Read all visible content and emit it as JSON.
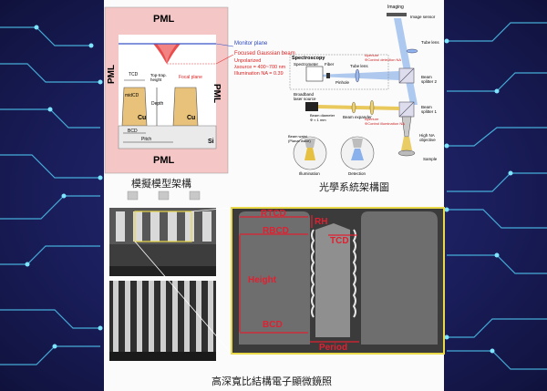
{
  "colors": {
    "bg_dark": "#1a1e5c",
    "card": "#fbfbfb",
    "sem_frame": "#e8d84a",
    "red_label": "#e02030",
    "pml_pink": "#f4c6c6",
    "cu_gold": "#e8c27a"
  },
  "sim": {
    "pml_top": "PML",
    "pml_left": "PML",
    "pml_right": "PML",
    "pml_bottom": "PML",
    "monitor_plane": "Monitor plane",
    "beam_line1": "Focused Gaussian beam",
    "beam_line2": "Unpolarized",
    "beam_line3": "λsource = 400~700 nm",
    "beam_line4": "Illumination NA = 0.39",
    "tcd": "TCD",
    "top_trap_height": "Top-trap. height",
    "focal_plane": "Focal plane",
    "midcd": "midCD",
    "depth": "Depth",
    "cu_left": "Cu",
    "cu_right": "Cu",
    "bcd": "BCD",
    "pitch": "Pitch",
    "si": "Si",
    "caption": "模擬模型架構"
  },
  "optics": {
    "imaging": "Imaging",
    "image_sensor": "Image sensor",
    "tube_lens_top": "Tube lens",
    "spectroscopy": "Spectroscopy",
    "spectrometer": "Spectrometer",
    "fiber": "Fiber",
    "tube_lens": "Tube lens",
    "pinhole": "Pinhole",
    "aperture_detect": "Aperture\nΦControl detection NA",
    "beam_splitter_2": "Beam splitter 2",
    "broadband": "Broadband laser source",
    "beam_diameter": "Beam diameter\nΦ ≈ 1 mm",
    "beam_expander": "Beam expander",
    "aperture_illum": "Aperture\nΦControl illumination NA",
    "beam_splitter_1": "Beam splitter 1",
    "high_na": "High NA objective",
    "beam_waist": "Beam waist (Planar wave)",
    "illumination": "Illumination",
    "detection": "Detection",
    "sample": "Sample",
    "caption": "光學系統架構圖"
  },
  "sem": {
    "rtcd": "RTCD",
    "rh": "RH",
    "rbcd": "RBCD",
    "tcd": "TCD",
    "height": "Height",
    "bcd": "BCD",
    "period": "Period",
    "caption": "高深寬比結構電子顯微鏡照"
  }
}
